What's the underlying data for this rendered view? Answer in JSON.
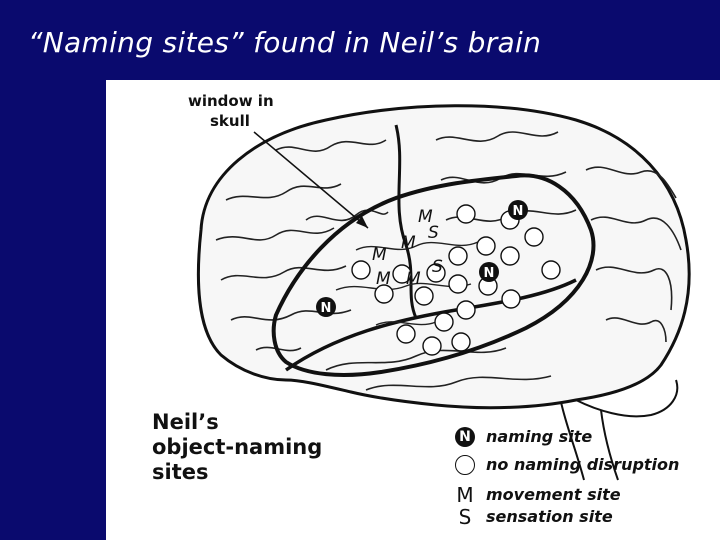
{
  "slide": {
    "title": "“Naming sites” found in Neil’s brain"
  },
  "figure": {
    "annotation_lines": [
      "window in",
      "skull"
    ],
    "caption_lines": [
      "Neil’s",
      "object-naming",
      "sites"
    ],
    "site_letters": {
      "naming": "N",
      "movement": "M",
      "sensation": "S"
    },
    "legend": [
      {
        "symbol": "N",
        "label": "naming site",
        "icon": "filled-circle-n"
      },
      {
        "symbol": "",
        "label": "no naming disruption",
        "icon": "open-circle"
      },
      {
        "symbol": "M",
        "label": "movement site",
        "icon": "letter-m"
      },
      {
        "symbol": "S",
        "label": "sensation site",
        "icon": "letter-s"
      }
    ]
  }
}
